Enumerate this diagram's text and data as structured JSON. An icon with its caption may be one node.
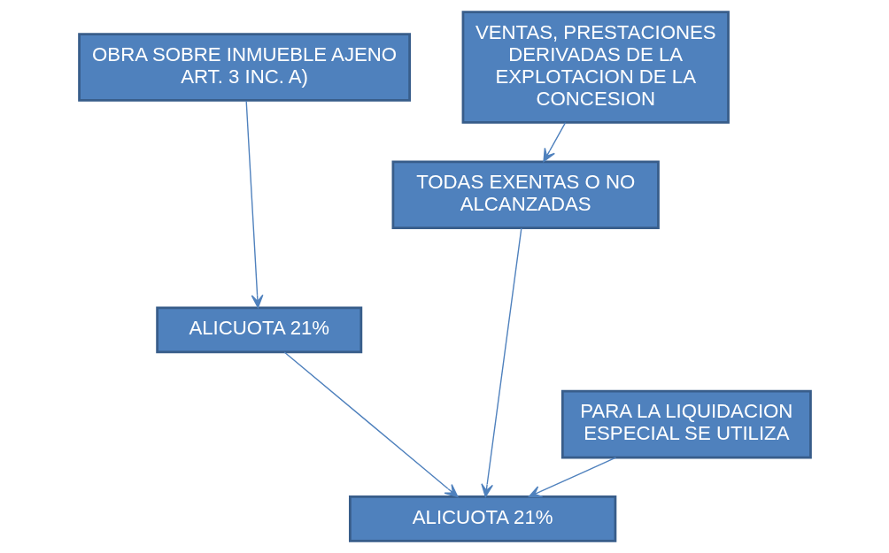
{
  "diagram": {
    "nodes": [
      {
        "text": [
          "OBRA SOBRE INMUEBLE AJENO ART. 3 INC. A)"
        ]
      },
      {
        "text": [
          "VENTAS, PRESTACIONES DERIVADAS DE LA EXPLOTACION DE LA CONCESION"
        ]
      },
      {
        "text": [
          "TODAS EXENTAS O NO ALCANZADAS"
        ]
      },
      {
        "text": [
          "ALICUOTA 21%"
        ]
      },
      {
        "text": [
          "PARA LA LIQUIDACION ESPECIAL SE UTILIZA"
        ]
      },
      {
        "text": [
          "ALICUOTA 21%"
        ]
      }
    ],
    "edges": [
      {
        "from": 0,
        "to": 3,
        "arrow": "to"
      },
      {
        "from": 1,
        "to": 2,
        "arrow": "to"
      },
      {
        "from": 3,
        "to": 5,
        "arrow": "to"
      },
      {
        "from": 4,
        "to": 5,
        "arrow": "to"
      },
      {
        "from": 2,
        "to": 5,
        "arrow": "to"
      }
    ]
  }
}
